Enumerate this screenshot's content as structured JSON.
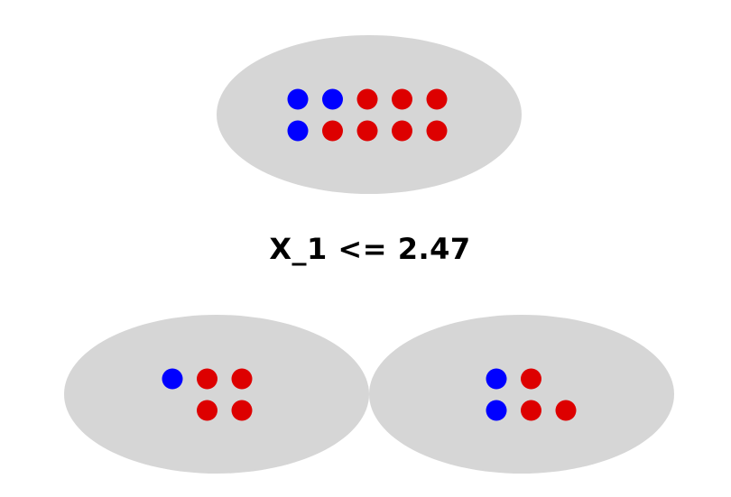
{
  "split_label": "X_1 <= 2.47",
  "colors": {
    "node_fill": "#d6d6d6",
    "class_blue": "#0000ff",
    "class_red": "#dd0000",
    "background": "#ffffff",
    "text": "#000000"
  },
  "nodes": [
    {
      "role": "root",
      "samples": {
        "blue": 3,
        "red": 7
      },
      "rows": [
        [
          "blue",
          "blue",
          "red",
          "red",
          "red"
        ],
        [
          "blue",
          "red",
          "red",
          "red",
          "red"
        ]
      ]
    },
    {
      "role": "left-child",
      "samples": {
        "blue": 1,
        "red": 4
      },
      "rows": [
        [
          "blue",
          "red",
          "red"
        ],
        [
          null,
          "red",
          "red"
        ]
      ]
    },
    {
      "role": "right-child",
      "samples": {
        "blue": 2,
        "red": 3
      },
      "rows": [
        [
          "blue",
          "red",
          null
        ],
        [
          "blue",
          "red",
          "red"
        ]
      ]
    }
  ]
}
